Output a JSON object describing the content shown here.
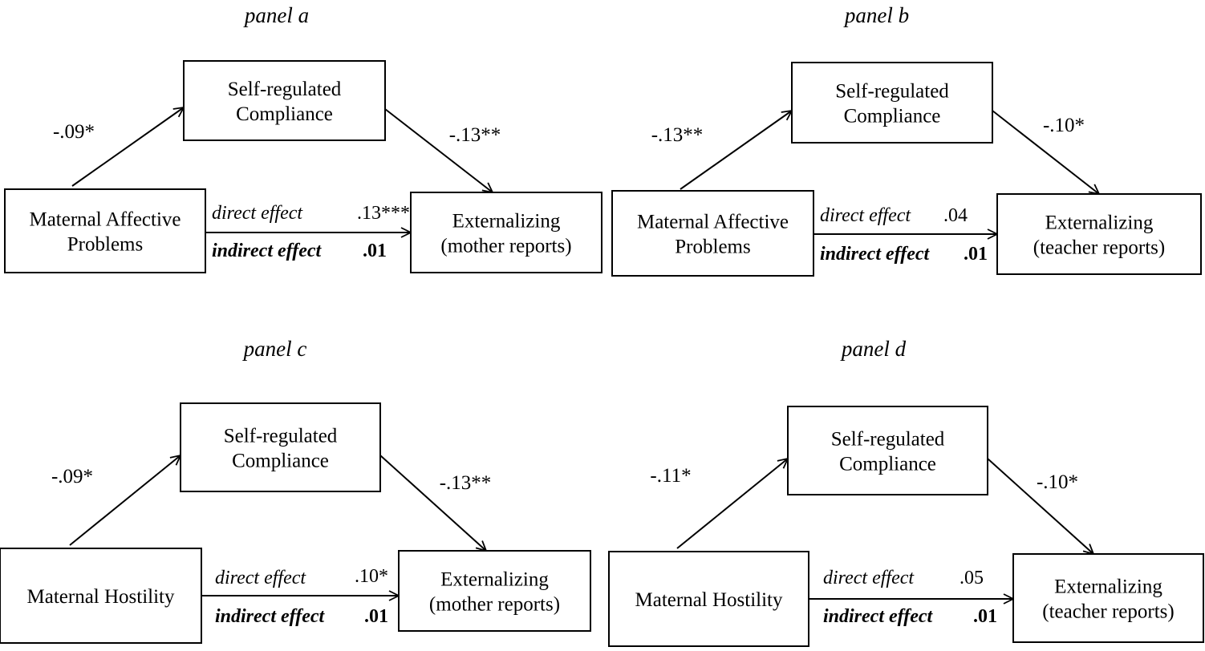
{
  "panels": [
    {
      "title": "panel a",
      "mediator": [
        "Self-regulated",
        "Compliance"
      ],
      "predictor": [
        "Maternal Affective",
        "Problems"
      ],
      "outcome": [
        "Externalizing",
        "(mother reports)"
      ],
      "path_a": "-.09*",
      "path_b": "-.13**",
      "direct_label": "direct effect",
      "direct_value": ".13***",
      "indirect_label": "indirect effect",
      "indirect_value": ".01"
    },
    {
      "title": "panel b",
      "mediator": [
        "Self-regulated",
        "Compliance"
      ],
      "predictor": [
        "Maternal Affective",
        "Problems"
      ],
      "outcome": [
        "Externalizing",
        "(teacher reports)"
      ],
      "path_a": "-.13**",
      "path_b": "-.10*",
      "direct_label": "direct effect",
      "direct_value": ".04",
      "indirect_label": "indirect effect",
      "indirect_value": ".01"
    },
    {
      "title": "panel c",
      "mediator": [
        "Self-regulated",
        "Compliance"
      ],
      "predictor": [
        "Maternal Hostility"
      ],
      "outcome": [
        "Externalizing",
        "(mother reports)"
      ],
      "path_a": "-.09*",
      "path_b": "-.13**",
      "direct_label": "direct effect",
      "direct_value": ".10*",
      "indirect_label": "indirect effect",
      "indirect_value": ".01"
    },
    {
      "title": "panel d",
      "mediator": [
        "Self-regulated",
        "Compliance"
      ],
      "predictor": [
        "Maternal Hostility"
      ],
      "outcome": [
        "Externalizing",
        "(teacher reports)"
      ],
      "path_a": "-.11*",
      "path_b": "-.10*",
      "direct_label": "direct effect",
      "direct_value": ".05",
      "indirect_label": "indirect effect",
      "indirect_value": ".01"
    }
  ]
}
